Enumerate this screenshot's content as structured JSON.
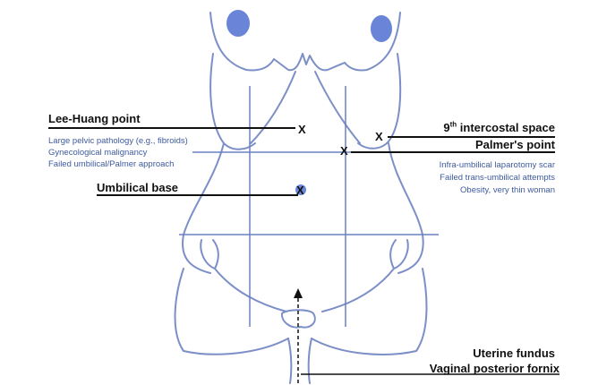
{
  "colors": {
    "body_outline": "#7c8fc7",
    "grid_line": "#6b80c0",
    "nipple": "#6a84d8",
    "label_line": "#111111",
    "note_text": "#3d5a9e",
    "label_text": "#111111"
  },
  "labels": {
    "lee_huang": "Lee-Huang point",
    "ninth_prefix": "9",
    "ninth_sup": "th",
    "ninth_suffix": " intercostal space",
    "palmer": "Palmer's point",
    "umbilical_base": "Umbilical base",
    "uterine_fundus": "Uterine fundus",
    "vaginal_fornix": "Vaginal posterior fornix"
  },
  "markers": {
    "x_symbol": "X"
  },
  "left_notes": [
    "Large pelvic pathology (e.g., fibroids)",
    "Gynecological malignancy",
    "Failed umbilical/Palmer approach"
  ],
  "right_notes": [
    "Infra-umbilical laparotomy scar",
    "Failed trans-umbilical attempts",
    "Obesity, very thin woman"
  ]
}
